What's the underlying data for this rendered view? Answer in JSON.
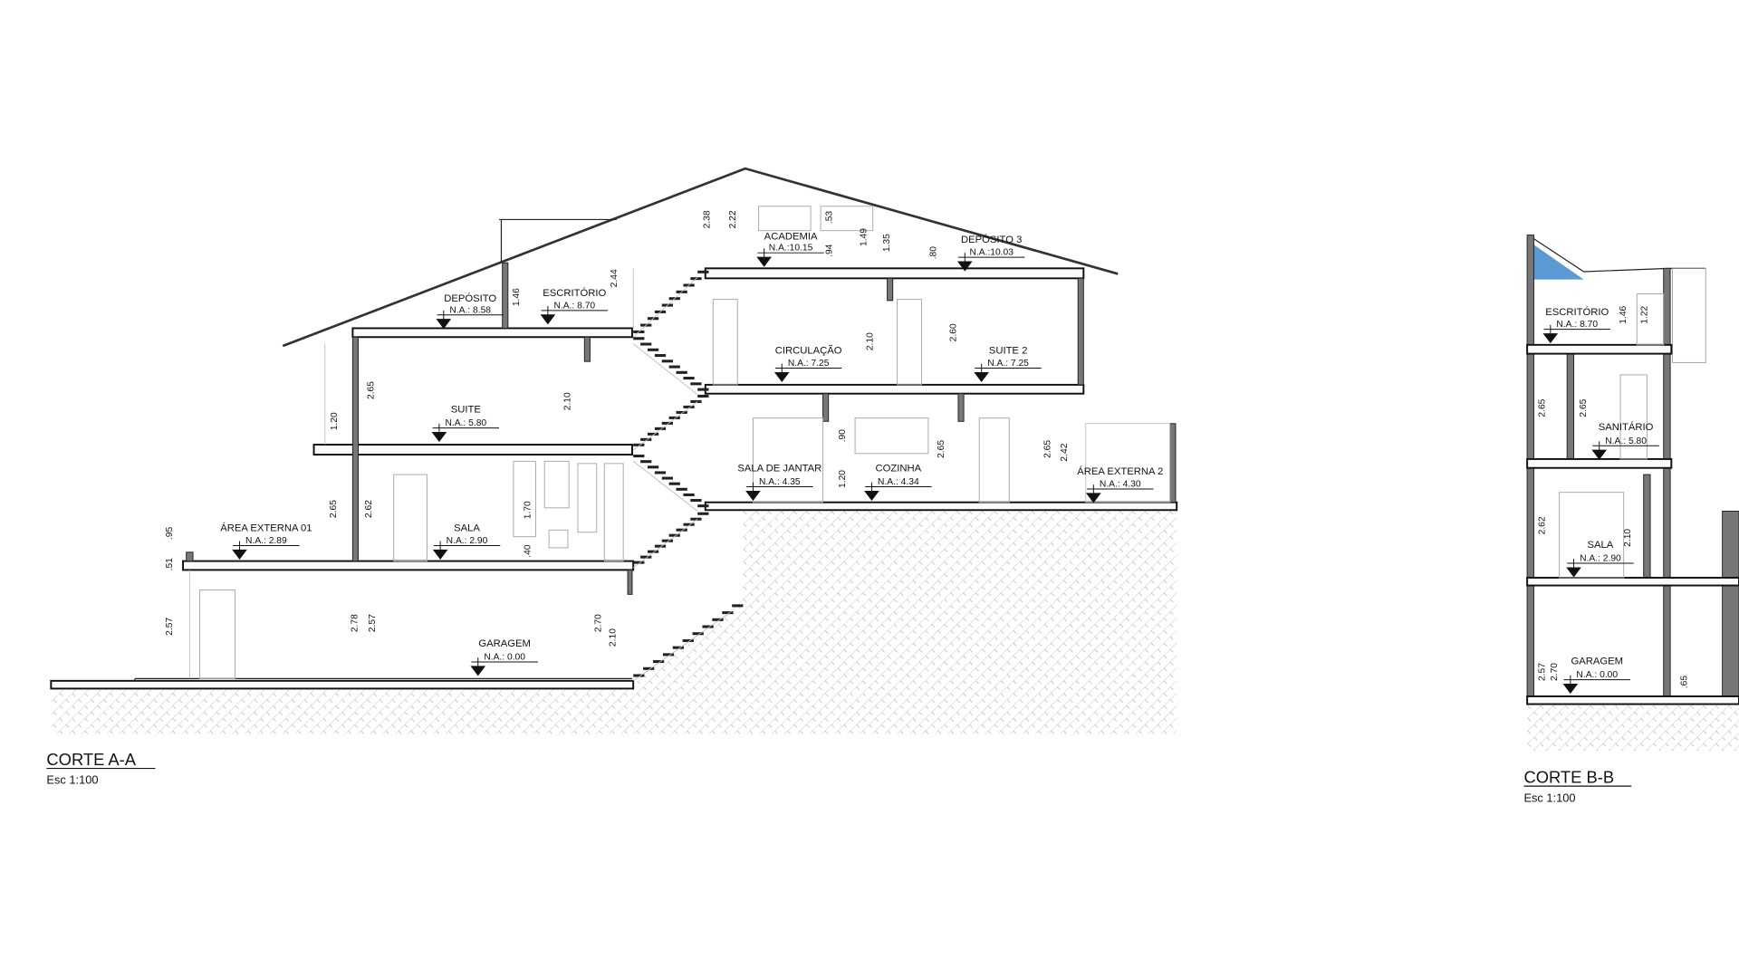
{
  "section_a": {
    "title": "CORTE A-A",
    "scale": "Esc 1:100",
    "rooms": [
      {
        "name": "DEPÓSITO",
        "level": "N.A.: 8.58"
      },
      {
        "name": "ESCRITÓRIO",
        "level": "N.A.: 8.70"
      },
      {
        "name": "ACADEMIA",
        "level": "N.A.:10.15"
      },
      {
        "name": "DEPÓSITO 3",
        "level": "N.A.:10.03"
      },
      {
        "name": "CIRCULAÇÃO",
        "level": "N.A.: 7.25"
      },
      {
        "name": "SUITE 2",
        "level": "N.A.: 7.25"
      },
      {
        "name": "SUITE",
        "level": "N.A.: 5.80"
      },
      {
        "name": "SALA DE JANTAR",
        "level": "N.A.: 4.35"
      },
      {
        "name": "COZINHA",
        "level": "N.A.: 4.34"
      },
      {
        "name": "ÁREA EXTERNA 2",
        "level": "N.A.: 4.30"
      },
      {
        "name": "ÁREA EXTERNA 01",
        "level": "N.A.: 2.89"
      },
      {
        "name": "SALA",
        "level": "N.A.: 2.90"
      },
      {
        "name": "GARAGEM",
        "level": "N.A.: 0.00"
      }
    ],
    "dimensions": [
      "2.38",
      "2.22",
      ".53",
      ".94",
      "1.49",
      "1.35",
      ".80",
      "2.44",
      "1.46",
      "2.10",
      "2.60",
      "2.65",
      "1.20",
      "2.10",
      ".90",
      "1.20",
      "2.65",
      "2.65",
      "2.42",
      "1.70",
      ".40",
      "2.65",
      "2.62",
      ".95",
      ".51",
      "2.57",
      "2.78",
      "2.57",
      "2.70",
      "2.10"
    ]
  },
  "section_b": {
    "title": "CORTE B-B",
    "scale": "Esc 1:100",
    "rooms": [
      {
        "name": "ESCRITÓRIO",
        "level": "N.A.: 8.70"
      },
      {
        "name": "SANITÁRIO",
        "level": "N.A.: 5.80"
      },
      {
        "name": "SALA",
        "level": "N.A.: 2.90"
      },
      {
        "name": "GARAGEM",
        "level": "N.A.: 0.00"
      }
    ],
    "dimensions": [
      "1.46",
      "1.22",
      "2.65",
      "2.65",
      "2.62",
      "2.10",
      "2.57",
      "2.70",
      ".65"
    ]
  },
  "colors": {
    "glass": "#5b9bd5",
    "wall": "#777777",
    "hatch": "#c8c8c8"
  }
}
